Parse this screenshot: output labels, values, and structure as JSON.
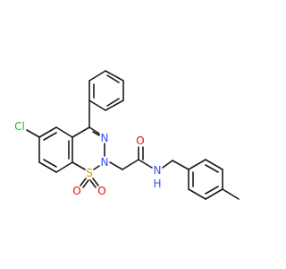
{
  "molecule": {
    "atoms": {
      "chlorine": {
        "label": "Cl",
        "color": "#2fb52f"
      },
      "nitrogen_ring_1": {
        "label": "N",
        "color": "#3050f8"
      },
      "nitrogen_ring_2": {
        "label": "N",
        "color": "#3050f8"
      },
      "sulfur": {
        "label": "S",
        "color": "#c8a800"
      },
      "oxygen_sulfonyl_left": {
        "label": "O",
        "color": "#e01010"
      },
      "oxygen_sulfonyl_right": {
        "label": "O",
        "color": "#e01010"
      },
      "oxygen_carbonyl": {
        "label": "O",
        "color": "#e01010"
      },
      "amide_nitrogen": {
        "label": "N",
        "color": "#3050f8"
      },
      "amide_hydrogen": {
        "label": "H",
        "color": "#3050f8"
      }
    },
    "bond_color": "#1a1a1a"
  }
}
